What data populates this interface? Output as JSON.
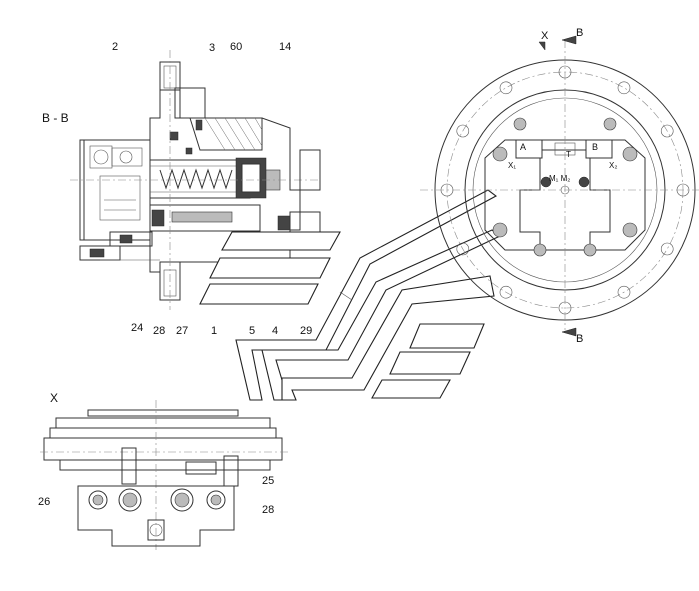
{
  "labels": {
    "section_view": "B - B",
    "top_view": "X",
    "view_x_marker": "X",
    "view_b_top": "B",
    "view_b_bottom": "B",
    "part_2": "2",
    "part_3": "3",
    "part_60": "60",
    "part_14": "14",
    "part_24": "24",
    "part_28_section": "28",
    "part_27": "27",
    "part_1": "1",
    "part_5": "5",
    "part_4": "4",
    "part_29": "29",
    "part_25": "25",
    "part_26": "26",
    "part_28_bottom": "28",
    "port_a": "A",
    "port_t": "T",
    "port_b": "B",
    "port_x1": "X₁",
    "port_x2": "X₂",
    "port_m": "M₁ M₂"
  }
}
